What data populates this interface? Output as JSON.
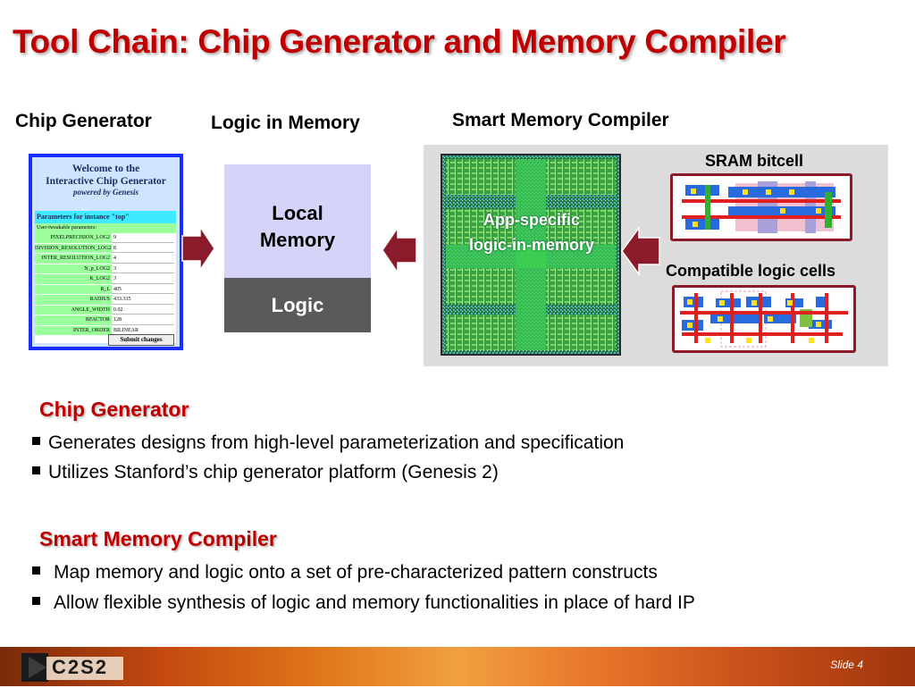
{
  "slide": {
    "title": "Tool Chain: Chip Generator and Memory Compiler",
    "slide_number": "Slide 4",
    "logo_text": "C2S2"
  },
  "columns": {
    "chip_generator": "Chip Generator",
    "logic_in_memory": "Logic in Memory",
    "smart_memory_compiler": "Smart Memory Compiler"
  },
  "chip_gen_panel": {
    "welcome_line1": "Welcome to the",
    "welcome_line2": "Interactive Chip Generator",
    "powered_by": "powered by Genesis",
    "params_header": "Parameters for instance \"top\"",
    "user_params": "User-tweakable parameters:",
    "rows": [
      {
        "key": "PIXELPRECISION_LOG2",
        "value": "9"
      },
      {
        "key": "DIVISION_RESOLUTION_LOG2",
        "value": "8"
      },
      {
        "key": "INTER_RESOLUTION_LOG2",
        "value": "4"
      },
      {
        "key": "N_p_LOG2",
        "value": "3"
      },
      {
        "key": "K_LOG2",
        "value": "3"
      },
      {
        "key": "R_L",
        "value": "405"
      },
      {
        "key": "RADIUS",
        "value": "433.335"
      },
      {
        "key": "ANGLE_WIDTH",
        "value": "0.02"
      },
      {
        "key": "RFACTOR",
        "value": "128"
      },
      {
        "key": "INTER_ORDER",
        "value": "BILINEAR"
      }
    ],
    "submit_label": "Submit changes"
  },
  "logic_in_memory": {
    "local_line1": "Local",
    "local_line2": "Memory",
    "logic": "Logic"
  },
  "smart_memory": {
    "chip_label_line1": "App-specific",
    "chip_label_line2": "logic-in-memory",
    "sram_label": "SRAM bitcell",
    "logic_cells_label": "Compatible logic cells"
  },
  "sections": [
    {
      "heading": "Chip Generator",
      "bullets": [
        "Generates designs from high-level parameterization and specification",
        "Utilizes Stanford’s chip generator platform (Genesis 2)"
      ]
    },
    {
      "heading": "Smart Memory Compiler",
      "bullets": [
        "Map memory and logic onto a set of pre-characterized pattern constructs",
        "Allow flexible synthesis of logic and memory functionalities in place of hard IP"
      ]
    }
  ],
  "colors": {
    "title_red": "#c00000",
    "arrow_maroon": "#8b1a2a",
    "panel_blue": "#1a2fff",
    "chip_green": "#1a5a22"
  }
}
